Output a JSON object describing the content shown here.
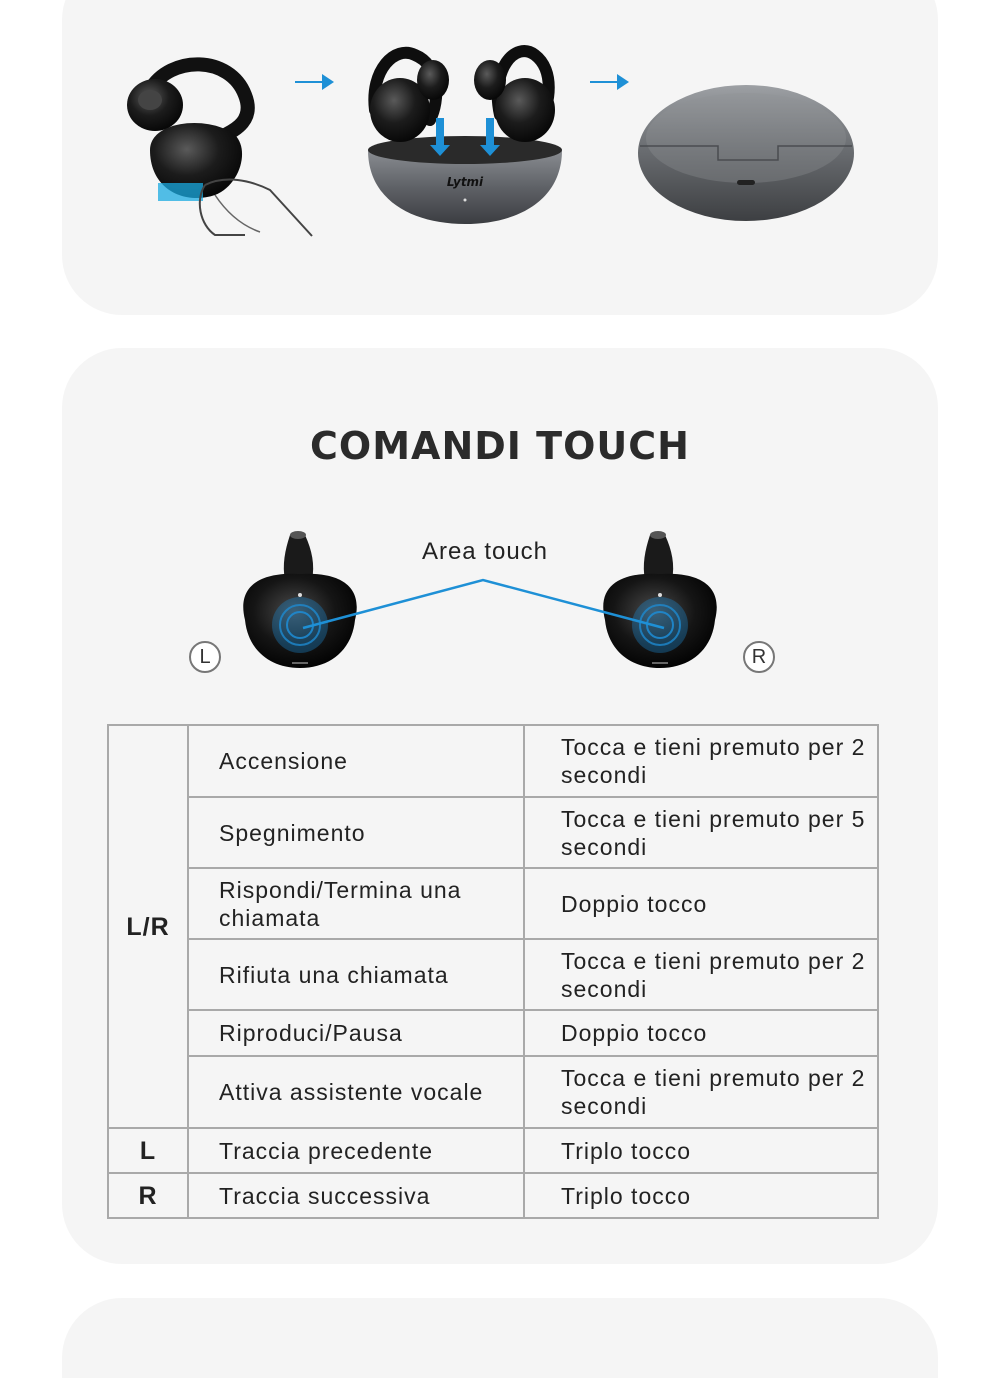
{
  "top_illustration": {
    "case_brand": "Lytmi",
    "steps": [
      "earbud-pinch",
      "earbuds-in-case",
      "closed-case"
    ]
  },
  "touch_section": {
    "title": "COMANDI TOUCH",
    "area_label": "Area touch",
    "left_badge": "L",
    "right_badge": "R"
  },
  "commands_table": {
    "rows": [
      {
        "side": "L/R",
        "function": "Accensione",
        "action": "Tocca e tieni premuto per 2 secondi"
      },
      {
        "side": "",
        "function": "Spegnimento",
        "action": "Tocca e tieni premuto per 5 secondi"
      },
      {
        "side": "",
        "function": "Rispondi/Termina una chiamata",
        "action": "Doppio tocco"
      },
      {
        "side": "",
        "function": "Rifiuta una chiamata",
        "action": "Tocca e tieni premuto per 2 secondi"
      },
      {
        "side": "",
        "function": "Riproduci/Pausa",
        "action": "Doppio tocco"
      },
      {
        "side": "",
        "function": "Attiva assistente vocale",
        "action": "Tocca e tieni premuto per 2 secondi"
      },
      {
        "side": "L",
        "function": "Traccia precedente",
        "action": "Triplo tocco"
      },
      {
        "side": "R",
        "function": "Traccia successiva",
        "action": "Triplo tocco"
      }
    ]
  },
  "colors": {
    "card_bg": "#f5f5f5",
    "accent_blue": "#1e90d6",
    "table_border": "#a9a9a9"
  }
}
